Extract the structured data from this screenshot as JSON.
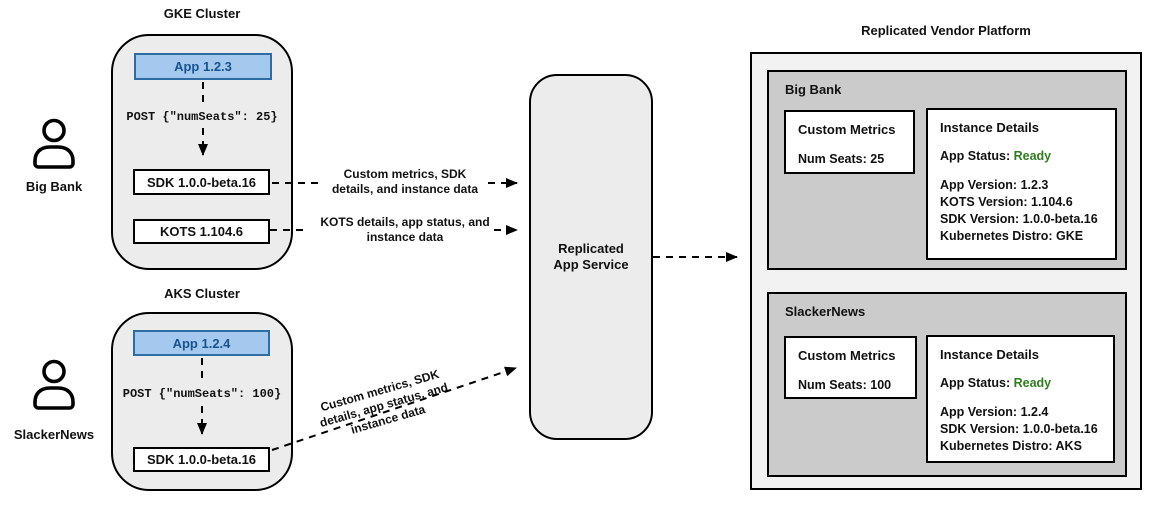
{
  "users": {
    "bigbank": "Big Bank",
    "slackernews": "SlackerNews"
  },
  "gke": {
    "title": "GKE Cluster",
    "app": "App 1.2.3",
    "post": "POST {\"numSeats\": 25}",
    "sdk": "SDK 1.0.0-beta.16",
    "kots": "KOTS 1.104.6"
  },
  "aks": {
    "title": "AKS Cluster",
    "app": "App 1.2.4",
    "post": "POST {\"numSeats\": 100}",
    "sdk": "SDK 1.0.0-beta.16"
  },
  "flows": {
    "sdk_flow": "Custom metrics, SDK details, and instance data",
    "kots_flow": "KOTS details, app status, and instance data",
    "combined_flow": "Custom metrics, SDK details, app status, and instance data"
  },
  "service": {
    "name": "Replicated App Service"
  },
  "platform": {
    "title": "Replicated Vendor Platform",
    "bigbank": {
      "name": "Big Bank",
      "custom_metrics_title": "Custom Metrics",
      "num_seats": "Num Seats: 25",
      "instance_details_title": "Instance Details",
      "app_status_label": "App Status: ",
      "app_status_value": "Ready",
      "lines": [
        "App Version: 1.2.3",
        "KOTS Version: 1.104.6",
        "SDK Version: 1.0.0-beta.16",
        "Kubernetes Distro: GKE"
      ]
    },
    "slackernews": {
      "name": "SlackerNews",
      "custom_metrics_title": "Custom Metrics",
      "num_seats": "Num Seats: 100",
      "instance_details_title": "Instance Details",
      "app_status_label": "App Status: ",
      "app_status_value": "Ready",
      "lines": [
        "App Version: 1.2.4",
        "SDK Version: 1.0.0-beta.16",
        "Kubernetes Distro: AKS"
      ]
    }
  },
  "colors": {
    "app_fill": "#a5c9ee",
    "app_border": "#2e6da4",
    "app_text": "#18528f",
    "status_ready_green": "#2f7d1e",
    "section_fill": "#cbcbcb",
    "platform_fill": "#f2f2f2",
    "cluster_fill": "#ececec"
  }
}
